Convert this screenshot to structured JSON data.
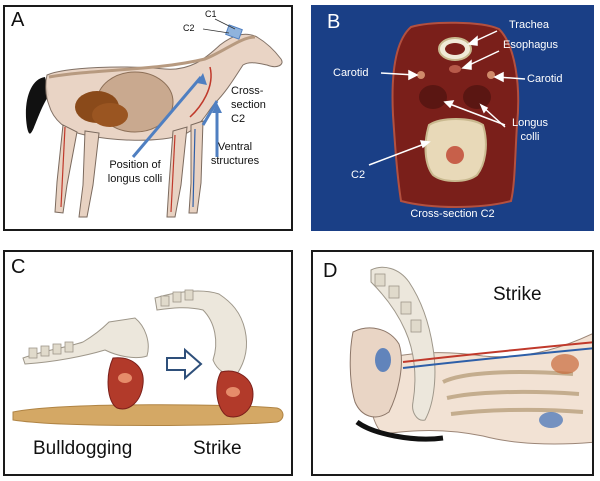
{
  "panels": {
    "a": {
      "letter": "A",
      "labels": {
        "c1": "C1",
        "c2": "C2",
        "cross_section_line1": "Cross-",
        "cross_section_line2": "section",
        "cross_section_line3": "C2",
        "ventral_line1": "Ventral",
        "ventral_line2": "structures",
        "longus_line1": "Position of",
        "longus_line2": "longus colli"
      }
    },
    "b": {
      "letter": "B",
      "labels": {
        "trachea": "Trachea",
        "esophagus": "Esophagus",
        "carotid_left": "Carotid",
        "carotid_right": "Carotid",
        "longus_line1": "Longus",
        "longus_line2": "colli",
        "c2": "C2",
        "caption": "Cross-section C2"
      }
    },
    "c": {
      "letter": "C",
      "labels": {
        "bulldogging": "Bulldogging",
        "strike": "Strike"
      }
    },
    "d": {
      "letter": "D",
      "labels": {
        "strike": "Strike"
      }
    }
  },
  "colors": {
    "panel_b_background": "#1a3f86",
    "arrow_blue": "#4f7fc1",
    "muscle": "#8a2a1e",
    "bone": "#e9e4d8",
    "ground": "#d4a865"
  },
  "icons": {
    "panel_c_arrow": "right-arrow-icon"
  }
}
